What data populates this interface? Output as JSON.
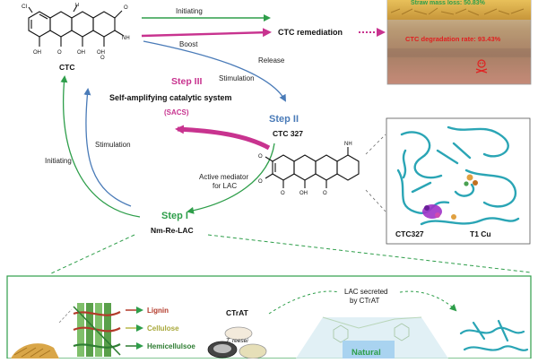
{
  "top_arrows": {
    "initiating": "Initiating",
    "boost": "Boost",
    "release": "Release",
    "stimulation": "Stimulation",
    "remediation": "CTC remediation"
  },
  "molecule_ctc": {
    "label": "CTC",
    "cl": "Cl",
    "oh_1": "OH",
    "oh_2": "OH",
    "oh_3": "OH",
    "o_1": "O",
    "o_2": "O",
    "o_3": "O",
    "nh2": "NH",
    "h": "H"
  },
  "soil_panel": {
    "straw_text": "Straw mass loss: 50.83%",
    "degradation_text": "CTC degradation rate: 93.43%"
  },
  "cycle": {
    "step3_title": "Step III",
    "step3_name": "Self-amplifying catalytic system",
    "step3_abbr": "(SACS)",
    "step2_title": "Step II",
    "step2_name": "CTC 327",
    "step1_title": "Step I",
    "step1_name": "Nm-Re-LAC",
    "stimulation_left": "Stimulation",
    "initiating_left": "Initiating",
    "active_mediator_1": "Active mediator",
    "active_mediator_2": "for LAC"
  },
  "molecule_327": {
    "nh2": "NH",
    "o_1": "O",
    "o_2": "O",
    "o_3": "O",
    "oh": "OH",
    "o_4": "O"
  },
  "protein_panel": {
    "ligand": "CTC327",
    "copper": "T1 Cu"
  },
  "bottom_panel": {
    "lignin": "Lignin",
    "cellulose": "Cellulose",
    "hemicellulose": "Hemicellulsoe",
    "ctrat": "CTrAT",
    "t_reesei": "T. reesei",
    "lac_secreted_1": "LAC secreted",
    "lac_secreted_2": "by CTrAT",
    "natural": "Natural"
  },
  "colors": {
    "green": "#2e9e4a",
    "magenta": "#c8338f",
    "blue": "#4a7bb8",
    "cyan": "#2aa5b5",
    "red": "#e02020"
  }
}
